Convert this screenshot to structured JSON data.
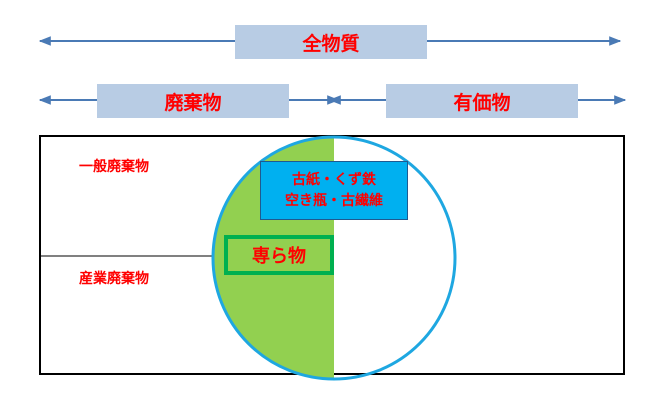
{
  "labels": {
    "all_materials": "全物質",
    "waste": "廃棄物",
    "valuables": "有価物",
    "general_waste": "一般廃棄物",
    "industrial_waste": "産業廃棄物",
    "recyclables_line1": "古紙・くず鉄",
    "recyclables_line2": "空き瓶・古繊維",
    "senpaibutsu": "専ら物"
  },
  "colors": {
    "label_text": "#ff0000",
    "label_box_fill": "#b8cce4",
    "arrow": "#4a7ab5",
    "circle_outline": "#1ea7e1",
    "half_fill": "#92d050",
    "recyclables_fill": "#00b0f0",
    "senpaibutsu_border": "#00b050",
    "frame": "#000000"
  }
}
